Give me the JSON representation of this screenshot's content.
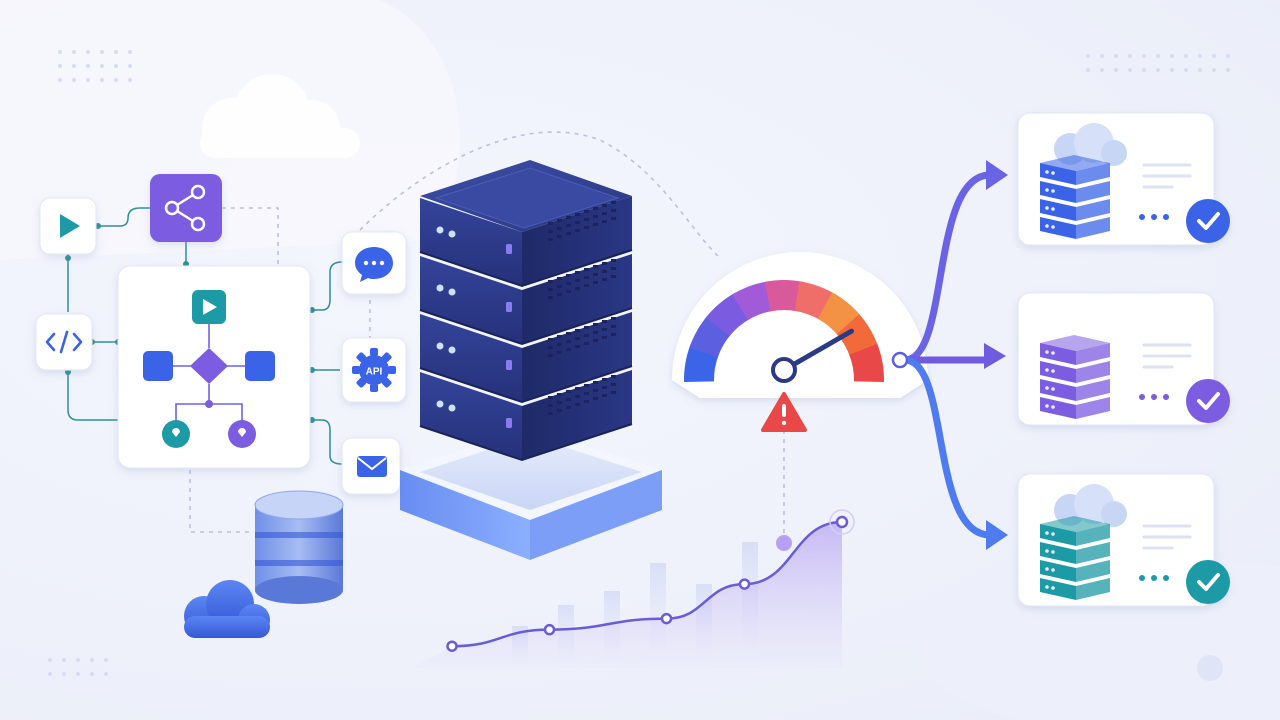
{
  "api_badge": "API",
  "colors": {
    "navy": "#2b3a86",
    "navy_dark": "#1f2a66",
    "indigo": "#5b5fe0",
    "purple": "#7b5be0",
    "teal": "#1f9aa6",
    "blue": "#3b6ee8",
    "red_alert": "#e84848",
    "check_blue": "#3b64e8",
    "check_purple": "#7b5be0",
    "check_teal": "#1f9aa6"
  },
  "gauge": {
    "level": 0.82
  },
  "growth_chart": {
    "points": [
      [
        0.0,
        0.1
      ],
      [
        0.25,
        0.22
      ],
      [
        0.55,
        0.3
      ],
      [
        0.75,
        0.55
      ],
      [
        1.0,
        1.0
      ]
    ],
    "bars": [
      0.3,
      0.45,
      0.55,
      0.75,
      0.6,
      0.9
    ]
  },
  "icons": [
    "play-icon",
    "share-nodes-icon",
    "code-icon",
    "workflow-diagram-icon",
    "chat-bubble-icon",
    "api-gear-icon",
    "mail-icon",
    "server-rack-icon",
    "database-icon",
    "cloud-icon",
    "speed-gauge-icon",
    "alert-triangle-icon",
    "cloud-server-icon",
    "server-stack-icon",
    "check-circle-icon"
  ]
}
